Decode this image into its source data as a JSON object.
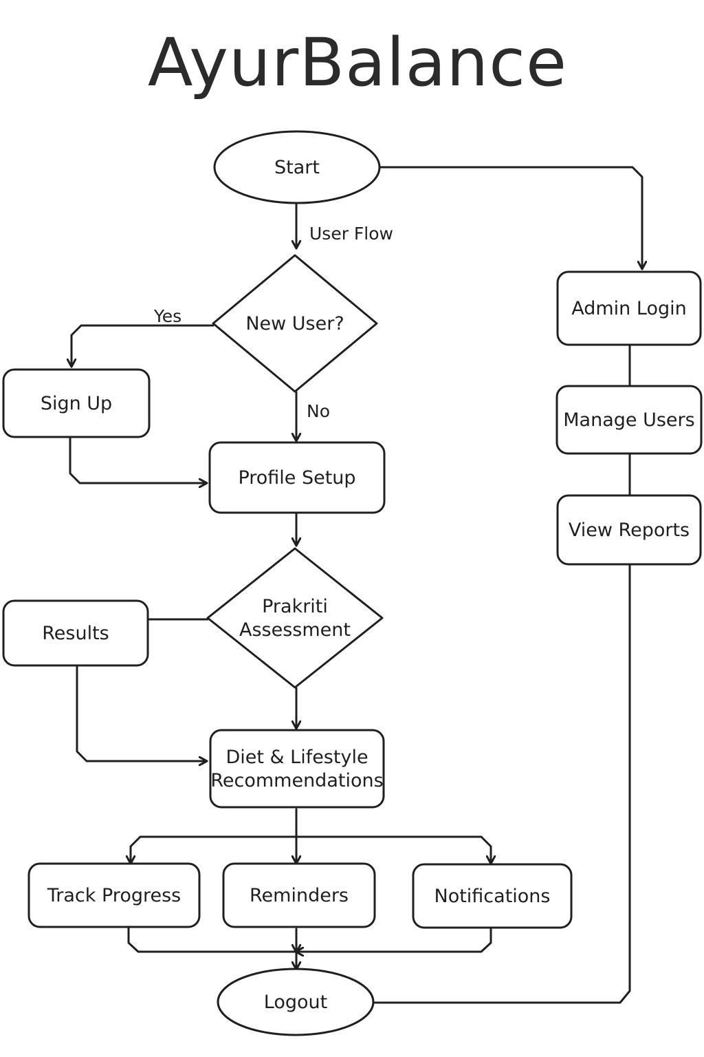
{
  "title": "AyurBalance",
  "colors": {
    "stroke": "#1f1f1f",
    "background": "#ffffff",
    "title": "#2b2b2b"
  },
  "nodes": {
    "start": {
      "shape": "ellipse",
      "lines": [
        "Start"
      ]
    },
    "new_user": {
      "shape": "diamond",
      "lines": [
        "New User?"
      ]
    },
    "sign_up": {
      "shape": "rect",
      "lines": [
        "Sign Up"
      ]
    },
    "profile_setup": {
      "shape": "rect",
      "lines": [
        "Profile Setup"
      ]
    },
    "prakriti": {
      "shape": "diamond",
      "lines": [
        "Prakriti",
        "Assessment"
      ]
    },
    "results": {
      "shape": "rect",
      "lines": [
        "Results"
      ]
    },
    "diet": {
      "shape": "rect",
      "lines": [
        "Diet & Lifestyle",
        "Recommendations"
      ]
    },
    "track": {
      "shape": "rect",
      "lines": [
        "Track Progress"
      ]
    },
    "reminders": {
      "shape": "rect",
      "lines": [
        "Reminders"
      ]
    },
    "notifications": {
      "shape": "rect",
      "lines": [
        "Notifications"
      ]
    },
    "logout": {
      "shape": "ellipse",
      "lines": [
        "Logout"
      ]
    },
    "admin_login": {
      "shape": "rect",
      "lines": [
        "Admin Login"
      ]
    },
    "manage_users": {
      "shape": "rect",
      "lines": [
        "Manage Users"
      ]
    },
    "view_reports": {
      "shape": "rect",
      "lines": [
        "View Reports"
      ]
    }
  },
  "edges": [
    {
      "from": "start",
      "to": "new_user",
      "label": "User Flow",
      "arrow": true
    },
    {
      "from": "start",
      "to": "admin_login",
      "label": "",
      "arrow": true
    },
    {
      "from": "new_user",
      "to": "sign_up",
      "label": "Yes",
      "arrow": true
    },
    {
      "from": "new_user",
      "to": "profile_setup",
      "label": "No",
      "arrow": true
    },
    {
      "from": "sign_up",
      "to": "profile_setup",
      "label": "",
      "arrow": true
    },
    {
      "from": "profile_setup",
      "to": "prakriti",
      "label": "",
      "arrow": true
    },
    {
      "from": "prakriti",
      "to": "results",
      "label": "",
      "arrow": false
    },
    {
      "from": "prakriti",
      "to": "diet",
      "label": "",
      "arrow": true
    },
    {
      "from": "results",
      "to": "diet",
      "label": "",
      "arrow": true
    },
    {
      "from": "diet",
      "to": "track",
      "label": "",
      "arrow": true
    },
    {
      "from": "diet",
      "to": "reminders",
      "label": "",
      "arrow": true
    },
    {
      "from": "diet",
      "to": "notifications",
      "label": "",
      "arrow": true
    },
    {
      "from": "track",
      "to": "logout",
      "label": "",
      "arrow": true
    },
    {
      "from": "reminders",
      "to": "logout",
      "label": "",
      "arrow": true
    },
    {
      "from": "notifications",
      "to": "logout",
      "label": "",
      "arrow": true
    },
    {
      "from": "admin_login",
      "to": "manage_users",
      "label": "",
      "arrow": false
    },
    {
      "from": "manage_users",
      "to": "view_reports",
      "label": "",
      "arrow": false
    },
    {
      "from": "view_reports",
      "to": "logout",
      "label": "",
      "arrow": false
    }
  ]
}
